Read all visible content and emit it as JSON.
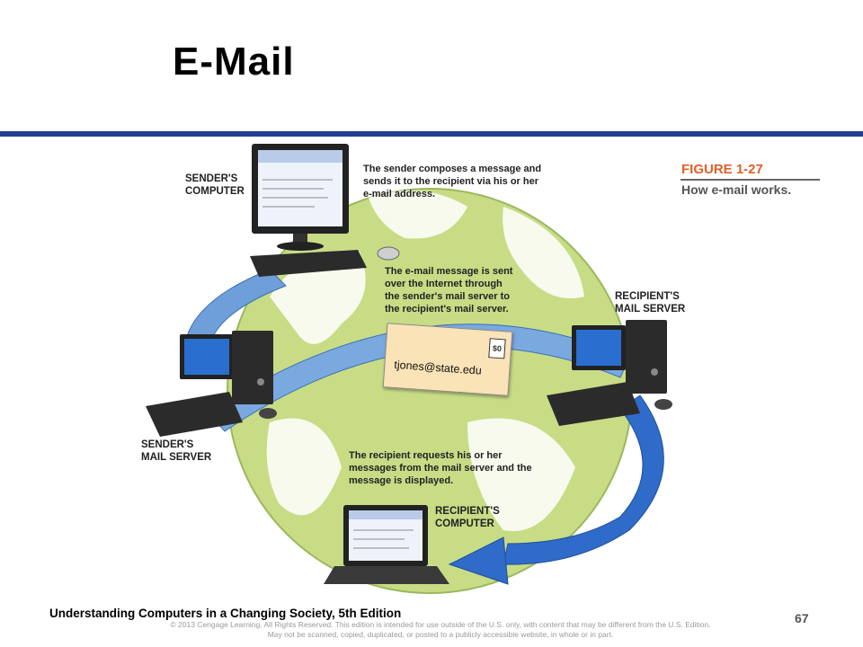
{
  "slide": {
    "title": "E-Mail",
    "footer_title": "Understanding Computers in a Changing Society, 5th Edition",
    "copyright_line1": "© 2013 Cengage Learning. All Rights Reserved. This edition is intended for use outside of the U.S. only, with content that may be different from the U.S. Edition.",
    "copyright_line2": "May not be scanned, copied, duplicated, or posted to a publicly accessible website, in whole or in part.",
    "page_number": "67",
    "accent_color": "#233f8f"
  },
  "figure": {
    "number": "FIGURE 1-27",
    "caption": "How e-mail works.",
    "labels": {
      "senders_computer": "SENDER'S\nCOMPUTER",
      "senders_mail_server": "SENDER'S\nMAIL SERVER",
      "recipients_mail_server": "RECIPIENT'S\nMAIL SERVER",
      "recipients_computer": "RECIPIENT'S\nCOMPUTER"
    },
    "notes": {
      "step1": "The sender composes a message and sends it to the recipient via his or her e-mail address.",
      "step2": "The e-mail message is sent over the Internet through the sender's mail server to the recipient's mail server.",
      "step3": "The recipient requests his or her messages from the mail server and the message is displayed."
    },
    "envelope": {
      "address": "tjones@state.edu",
      "stamp": "$0"
    }
  }
}
